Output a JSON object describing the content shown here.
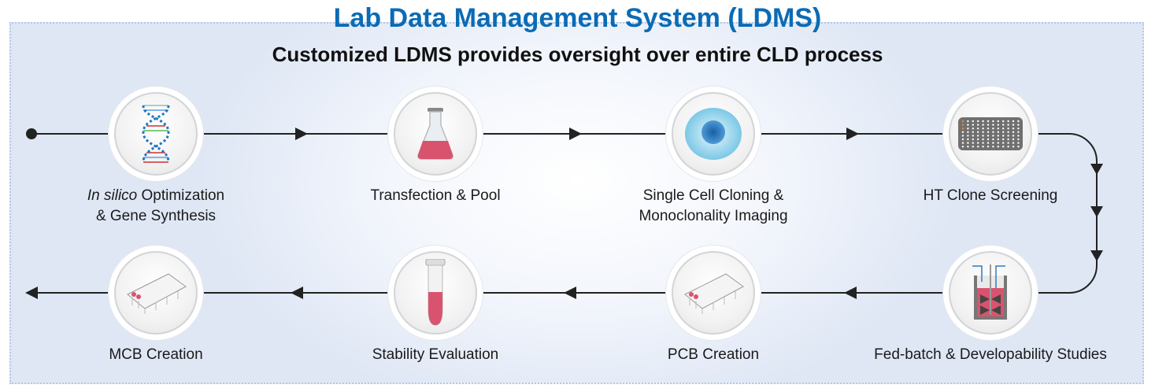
{
  "header": {
    "title": "Lab Data Management System (LDMS)",
    "subtitle": "Customized LDMS provides oversight over entire CLD process"
  },
  "steps": [
    {
      "label_italic": "In silico",
      "label_rest": " Optimization",
      "label_line2": "& Gene Synthesis",
      "icon": "dna-icon"
    },
    {
      "label": "Transfection & Pool",
      "icon": "flask-icon"
    },
    {
      "label": "Single Cell Cloning &",
      "label_line2": "Monoclonality Imaging",
      "icon": "cell-icon"
    },
    {
      "label": "HT Clone Screening",
      "icon": "well-plate-icon"
    },
    {
      "label": "Fed-batch & Developability Studies",
      "icon": "bioreactor-icon"
    },
    {
      "label": "PCB Creation",
      "icon": "tube-rack-icon"
    },
    {
      "label": "Stability Evaluation",
      "icon": "test-tube-icon"
    },
    {
      "label": "MCB Creation",
      "icon": "tube-rack-icon"
    }
  ],
  "colors": {
    "title": "#0b6bb5",
    "media": "#d9536f",
    "accent_blue": "#2d7cc1"
  }
}
